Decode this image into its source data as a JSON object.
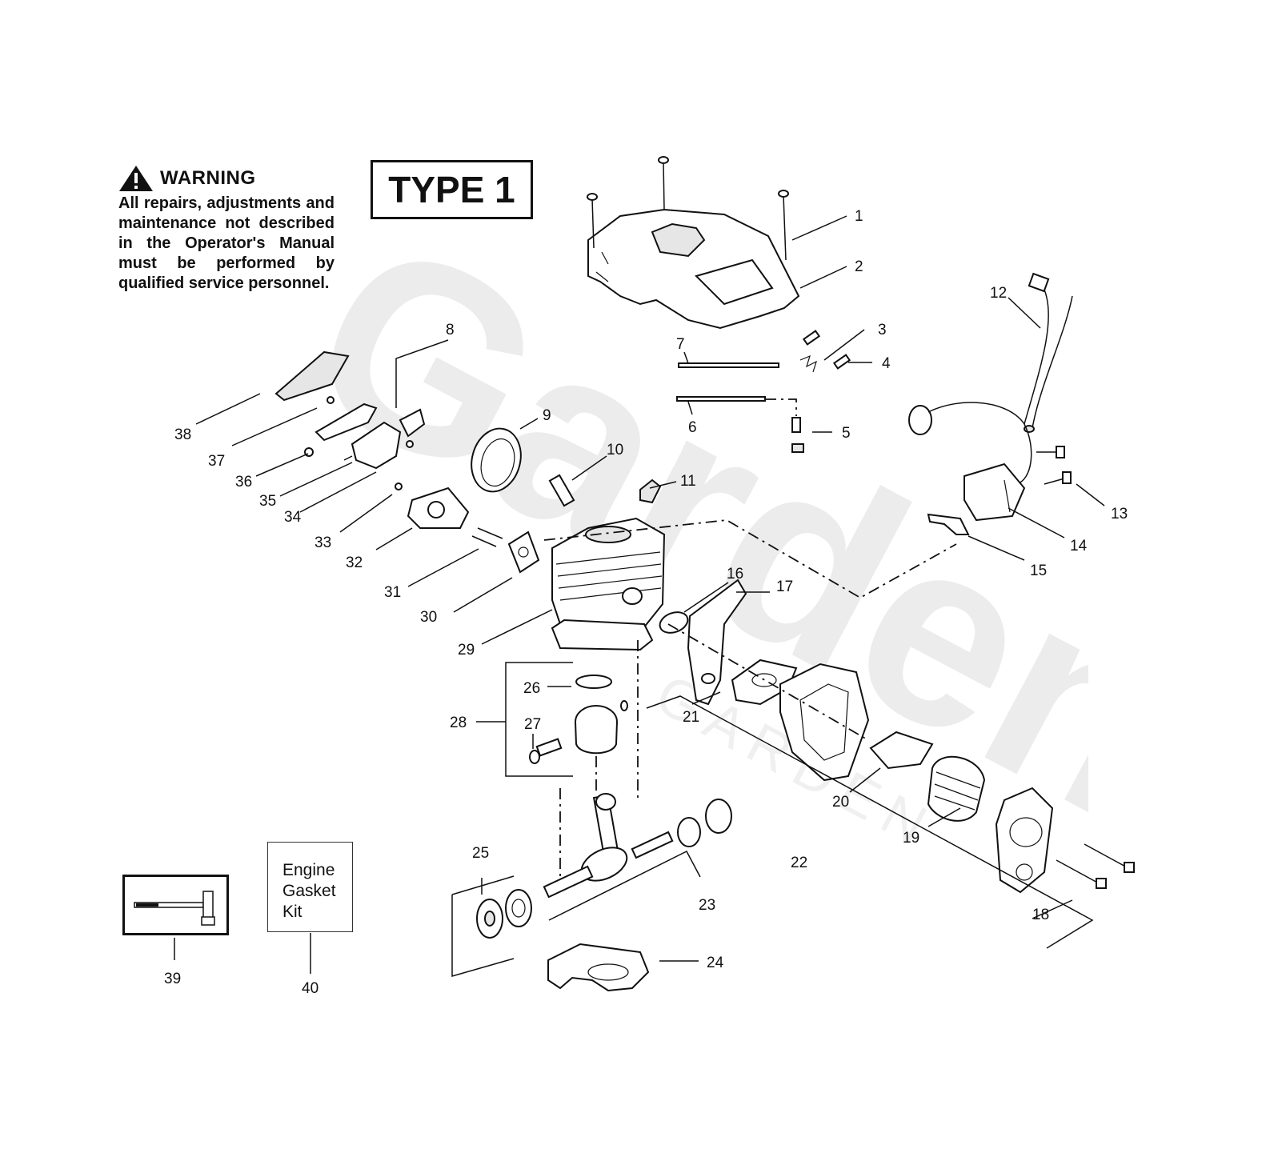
{
  "warning": {
    "title": "WARNING",
    "text": "All repairs, adjustments and maintenance not described in the Operator's Manual must be performed by qualified service personnel."
  },
  "type_label": "TYPE 1",
  "kit_label": [
    "Engine",
    "Gasket",
    "Kit"
  ],
  "watermark": {
    "brand": "Garden",
    "sub": "GARDEN"
  },
  "callouts": [
    "1",
    "2",
    "3",
    "4",
    "5",
    "6",
    "7",
    "8",
    "9",
    "10",
    "11",
    "12",
    "13",
    "14",
    "15",
    "16",
    "17",
    "18",
    "19",
    "20",
    "21",
    "22",
    "23",
    "24",
    "25",
    "26",
    "27",
    "28",
    "29",
    "30",
    "31",
    "32",
    "33",
    "34",
    "35",
    "36",
    "37",
    "38",
    "39",
    "40"
  ],
  "colors": {
    "ink": "#111111",
    "watermark": "#ececec"
  },
  "icons": [
    "warning-triangle-icon"
  ]
}
